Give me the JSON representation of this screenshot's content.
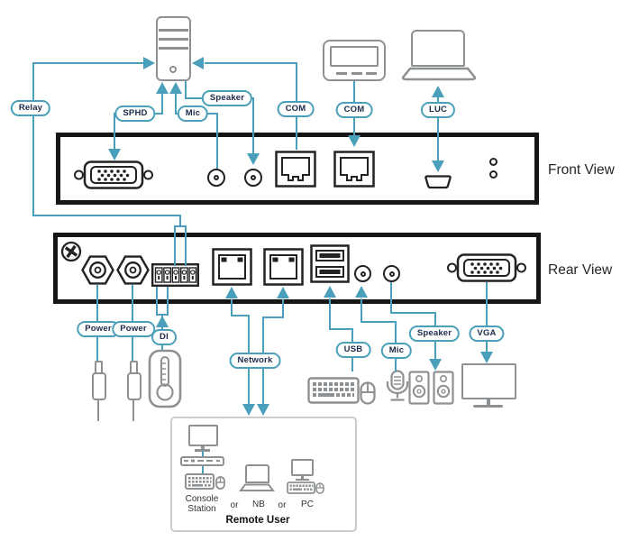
{
  "colors": {
    "line": "#4a9fba",
    "pill_text": "#1c2b4a",
    "panel_border": "#161616",
    "port_stroke": "#222222",
    "device_gray": "#8e9193",
    "box_border": "#cbcbcb",
    "label_text": "#262626"
  },
  "views": {
    "front": "Front View",
    "rear": "Rear View"
  },
  "pills": {
    "relay": "Relay",
    "sphd": "SPHD",
    "mic_front": "Mic",
    "speaker_front": "Speaker",
    "com_pc": "COM",
    "com_panel": "COM",
    "luc": "LUC",
    "power_1": "Power",
    "power_2": "Power",
    "di": "DI",
    "network": "Network",
    "usb": "USB",
    "mic_rear": "Mic",
    "speaker_rear": "Speaker",
    "vga": "VGA"
  },
  "remote_user": {
    "console_line1": "Console",
    "console_line2": "Station",
    "or_1": "or",
    "nb": "NB",
    "or_2": "or",
    "pc": "PC",
    "title": "Remote User"
  }
}
